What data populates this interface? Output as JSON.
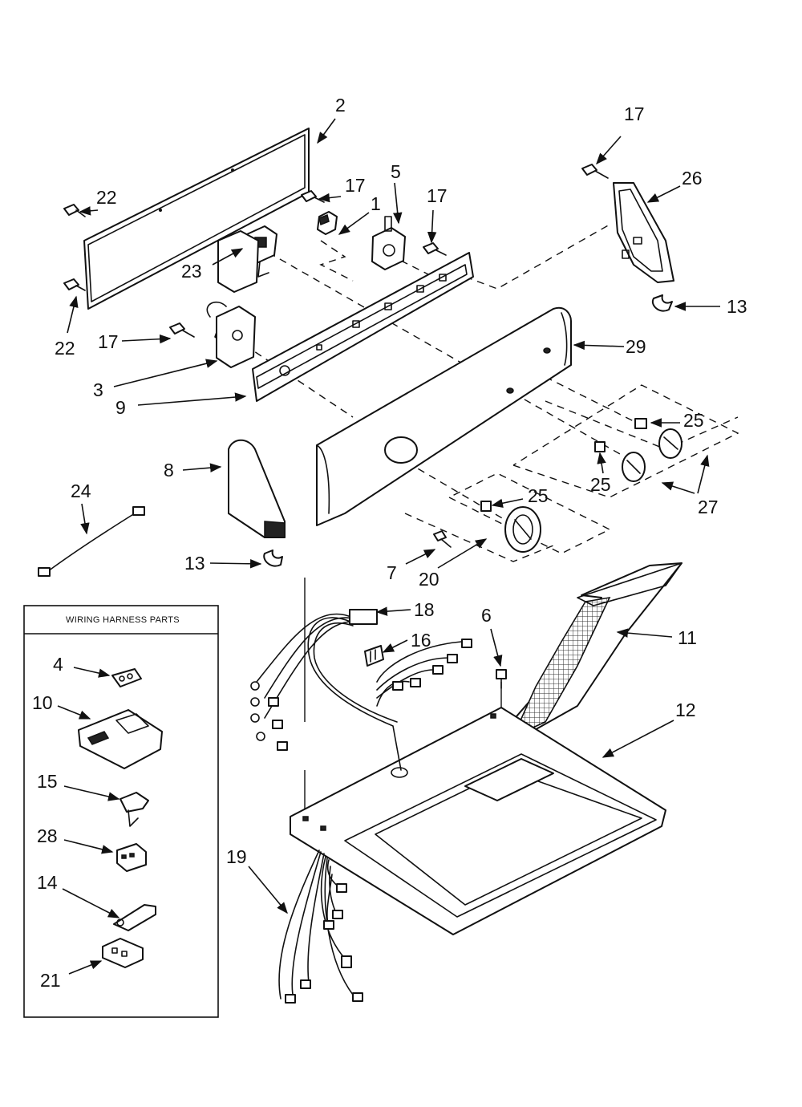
{
  "harness_box": {
    "title": "WIRING HARNESS PARTS"
  },
  "callouts": {
    "p2": "2",
    "p17_top_right": "17",
    "p22_upper": "22",
    "p22_lower": "22",
    "p17_mid_left": "17",
    "p1": "1",
    "p5": "5",
    "p17_mid_right": "17",
    "p26": "26",
    "p23": "23",
    "p13_right": "13",
    "p17_left": "17",
    "p29": "29",
    "p3": "3",
    "p9": "9",
    "p25_upper": "25",
    "p8": "8",
    "p25_middle": "25",
    "p27": "27",
    "p24": "24",
    "p25_lower": "25",
    "p13_left": "13",
    "p7": "7",
    "p20": "20",
    "p18": "18",
    "p6": "6",
    "p16": "16",
    "p11": "11",
    "p12": "12",
    "p19": "19",
    "p4": "4",
    "p10": "10",
    "p15": "15",
    "p28": "28",
    "p14": "14",
    "p21": "21"
  }
}
